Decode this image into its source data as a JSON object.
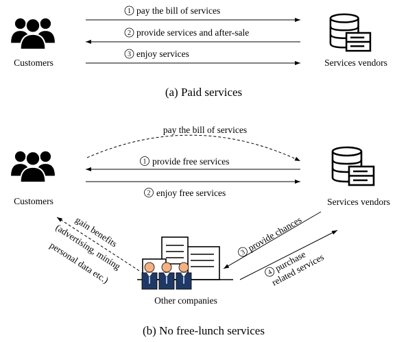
{
  "panel_a": {
    "customers_label": "Customers",
    "vendors_label": "Services vendors",
    "arrow1": {
      "num": "1",
      "text": "pay the bill of services"
    },
    "arrow2": {
      "num": "2",
      "text": "provide services and after-sale"
    },
    "arrow3": {
      "num": "3",
      "text": "enjoy services"
    },
    "caption": "(a)  Paid services"
  },
  "panel_b": {
    "customers_label": "Customers",
    "vendors_label": "Services vendors",
    "companies_label": "Other companies",
    "dashed_label": "pay the bill of services",
    "arrow1": {
      "num": "1",
      "text": "provide free services"
    },
    "arrow2": {
      "num": "2",
      "text": "enjoy free services"
    },
    "arrow3": {
      "num": "3",
      "text": "provide chances"
    },
    "arrow4": {
      "num": "4",
      "line1": "purchase",
      "line2": "related services"
    },
    "gain_lines": [
      "gain benefits",
      "(advertising, mining",
      "personal data etc.)"
    ],
    "caption": "(b)  No free-lunch services"
  }
}
